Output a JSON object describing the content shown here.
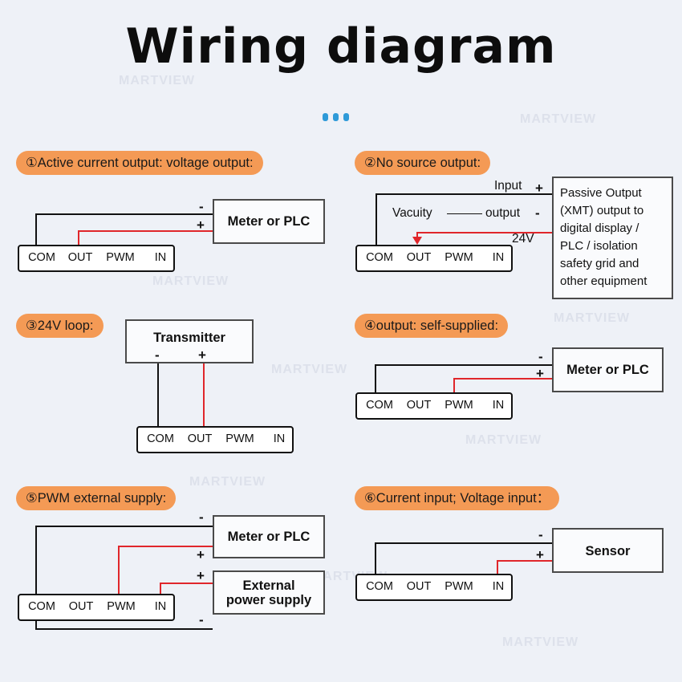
{
  "title": "Wiring diagram",
  "watermark": "MARTVIEW",
  "terminal_labels": [
    "COM",
    "OUT",
    "PWM",
    "IN"
  ],
  "sections": {
    "s1": {
      "label": "①Active current output: voltage output:",
      "device": "Meter or PLC"
    },
    "s2": {
      "label": "②No source output:",
      "input": "Input",
      "vacuity": "Vacuity",
      "output": "output",
      "voltage": "24V",
      "note_lines": [
        "Passive Output",
        "(XMT) output to",
        "digital display /",
        "PLC / isolation",
        "safety grid and",
        "other equipment"
      ]
    },
    "s3": {
      "label": "③24V loop:",
      "device": "Transmitter"
    },
    "s4": {
      "label": "④output: self-supplied:",
      "device": "Meter or PLC"
    },
    "s5": {
      "label": "⑤PWM external supply:",
      "device": "Meter or PLC",
      "supply": "External power supply"
    },
    "s6": {
      "label": "⑥Current input; Voltage input：",
      "device": "Sensor"
    }
  },
  "signs": {
    "plus": "+",
    "minus": "-"
  },
  "colors": {
    "pill": "#f49a55",
    "wire_black": "#111111",
    "wire_red": "#e0262b",
    "dots": "#2e9ad8",
    "background": "#eef1f7"
  }
}
